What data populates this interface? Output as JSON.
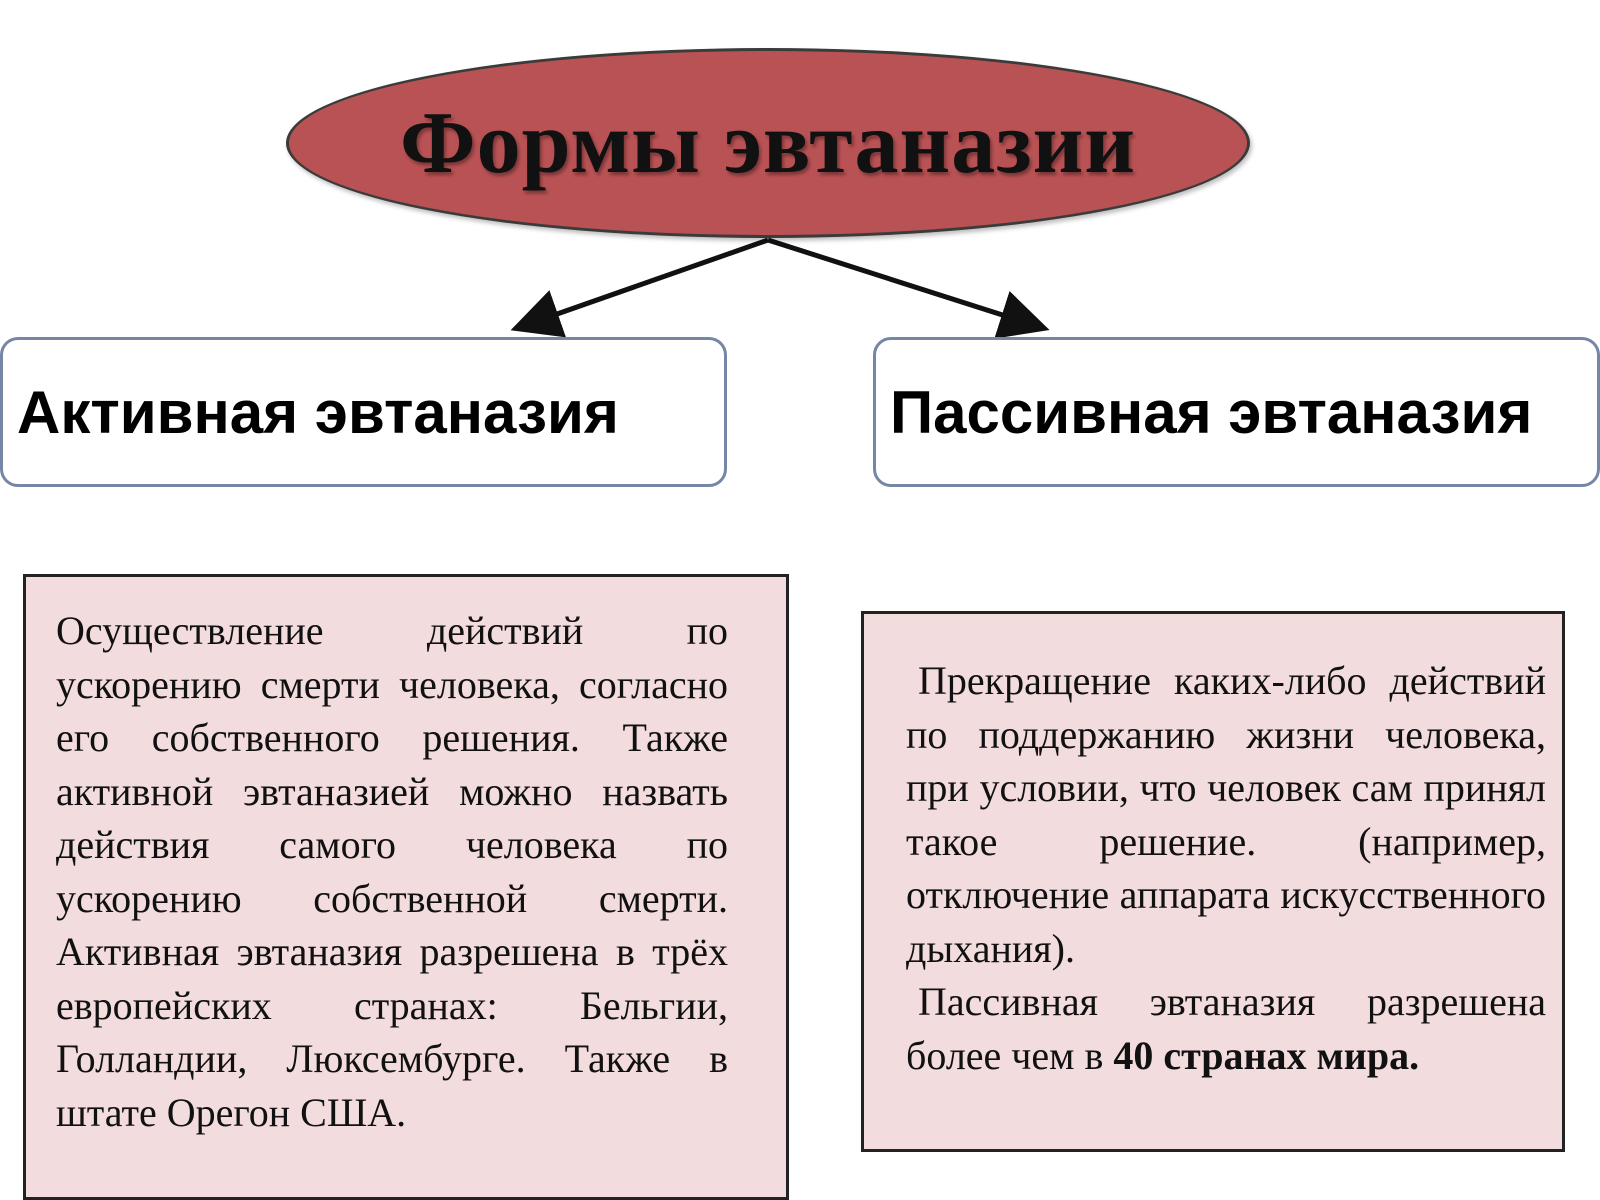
{
  "title": "Формы эвтаназии",
  "branches": [
    {
      "label": "Активная эвтаназия"
    },
    {
      "label": "Пассивная эвтаназия"
    }
  ],
  "active_description": "Осуществление действий по ускорению смерти человека, согласно его собственного решения. Также активной эвтаназией можно назвать действия самого человека по ускорению собственной смерти. Активная эвтаназия разрешена в трёх европейских странах: Бельгии, Голландии, Люксембурге. Также в штате Орегон США.",
  "passive_description": {
    "paragraph1": "Прекращение каких-либо действий по поддержанию жизни человека, при условии, что человек сам принял такое решение. (например, отключение аппарата искусственного дыхания).",
    "paragraph2_prefix": "Пассивная эвтаназия разрешена более чем в ",
    "paragraph2_bold": "40 странах мира."
  },
  "colors": {
    "ellipse_fill": "#b95254",
    "box_border": "#7586a6",
    "description_fill": "#f2dcdd"
  }
}
